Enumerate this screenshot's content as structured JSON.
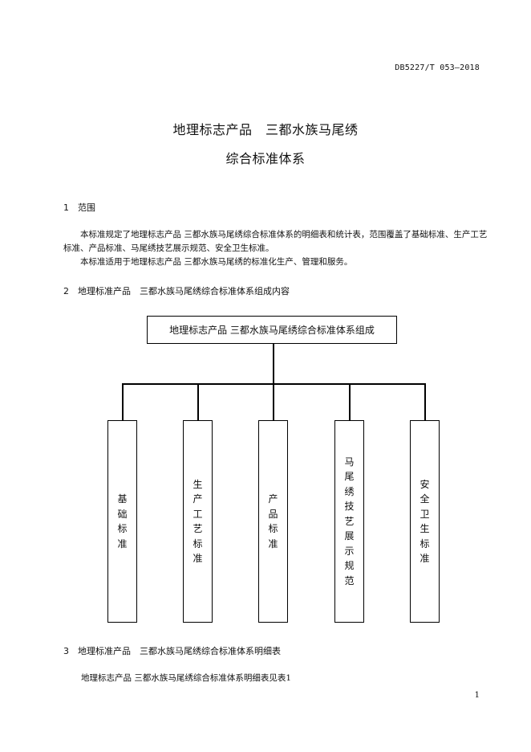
{
  "header": {
    "doc_code": "DB5227/T 053—2018"
  },
  "title": {
    "line1": "地理标志产品　三都水族马尾绣",
    "line2": "综合标准体系"
  },
  "sections": [
    {
      "num": "1",
      "title": "范围"
    },
    {
      "num": "2",
      "title": "地理标准产品　三都水族马尾绣综合标准体系组成内容"
    },
    {
      "num": "3",
      "title": "地理标准产品　三都水族马尾绣综合标准体系明细表"
    }
  ],
  "paragraphs": {
    "scope_1": "本标准规定了地理标志产品 三都水族马尾绣综合标准体系的明细表和统计表，范围覆盖了基础标准、生产工艺标准、产品标准、马尾绣技艺展示规范、安全卫生标准。",
    "scope_2": "本标准适用于地理标志产品 三都水族马尾绣的标准化生产、管理和服务。",
    "detail_ref": "地理标志产品 三都水族马尾绣综合标准体系明细表见表1"
  },
  "diagram": {
    "root": "地理标志产品 三都水族马尾绣综合标准体系组成",
    "children": [
      "基础标准",
      "生产工艺标准",
      "产品标准",
      "马尾绣技艺展示规范",
      "安全卫生标准"
    ]
  },
  "footer": {
    "page_number": "1"
  }
}
